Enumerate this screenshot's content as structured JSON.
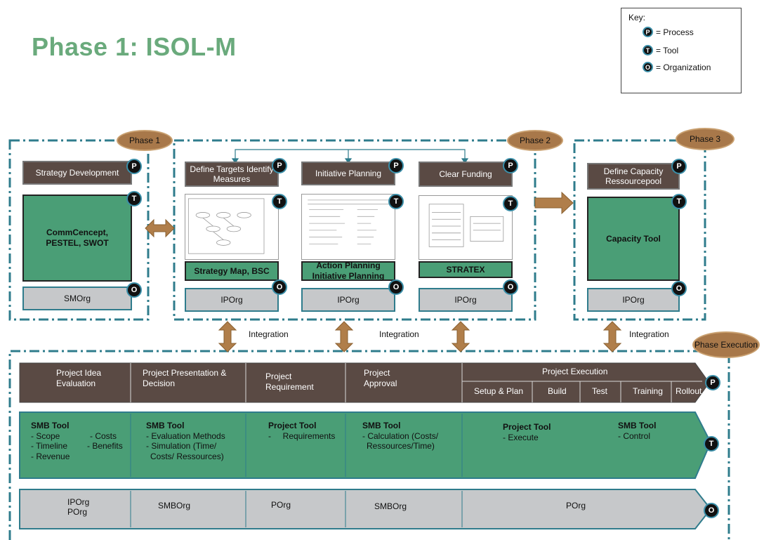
{
  "title": "Phase 1: ISOL-M",
  "key": {
    "label": "Key:",
    "items": [
      {
        "badge": "P",
        "text": "= Process"
      },
      {
        "badge": "T",
        "text": "= Tool"
      },
      {
        "badge": "O",
        "text": "= Organization"
      }
    ]
  },
  "phases": {
    "p1": "Phase 1",
    "p2": "Phase 2",
    "p3": "Phase 3",
    "exec": "Phase Execution"
  },
  "phase1": {
    "process": "Strategy Development",
    "tool": "CommCencept, PESTEL, SWOT",
    "org": "SMOrg"
  },
  "phase2": [
    {
      "process": "Define Targets Identify Measures",
      "tool": "Strategy Map, BSC",
      "org": "IPOrg"
    },
    {
      "process": "Initiative Planning",
      "tool": "Action Planning Initiative Planning",
      "org": "IPOrg"
    },
    {
      "process": "Clear Funding",
      "tool": "STRATEX",
      "org": "IPOrg"
    }
  ],
  "phase3": {
    "process": "Define Capacity Ressourcepool",
    "tool": "Capacity Tool",
    "org": "IPOrg"
  },
  "integration": "Integration",
  "badges": {
    "p": "P",
    "t": "T",
    "o": "O"
  },
  "exec_process": {
    "c1": "Project Idea Evaluation",
    "c2": "Project Presentation & Decision",
    "c3": "Project Requirement",
    "c4": "Project Approval",
    "c5": "Project Execution",
    "sub": [
      "Setup & Plan",
      "Build",
      "Test",
      "Training",
      "Rollout"
    ]
  },
  "exec_tool": {
    "c1_head": "SMB Tool",
    "c1_a": "- Scope",
    "c1_b": "- Timeline",
    "c1_c": "- Revenue",
    "c1_d": "- Costs",
    "c1_e": "- Benefits",
    "c2_head": "SMB Tool",
    "c2_a": "- Evaluation Methods",
    "c2_b": "- Simulation (Time/",
    "c2_c": "Costs/ Ressources)",
    "c3_head": "Project Tool",
    "c3_a": "-     Requirements",
    "c4_head": "SMB Tool",
    "c4_a": "- Calculation (Costs/",
    "c4_b": "Ressources/Time)",
    "c5_head": "Project Tool",
    "c5_a": "- Execute",
    "c6_head": "SMB Tool",
    "c6_a": "- Control"
  },
  "exec_org": {
    "c1a": "IPOrg",
    "c1b": "POrg",
    "c2": "SMBOrg",
    "c3": "POrg",
    "c4": "SMBOrg",
    "c5": "POrg"
  },
  "colors": {
    "process": "#5a4a44",
    "tool": "#4a9e76",
    "org": "#c6c8ca",
    "oval": "#a8784a",
    "dash": "#2f7c8c",
    "title": "#6aaa7c"
  }
}
